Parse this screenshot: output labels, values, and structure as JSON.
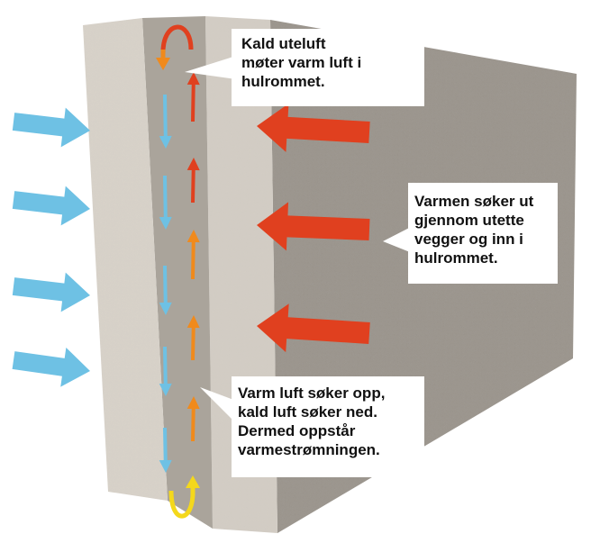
{
  "callouts": {
    "top": [
      "Kald uteluft",
      "møter varm luft i",
      "hulrommet."
    ],
    "right": [
      "Varmen søker ut",
      "gjennom utette",
      "vegger og inn i",
      "hulrommet."
    ],
    "bottom": [
      "Varm luft søker opp,",
      "kald luft søker ned.",
      "Dermed oppstår",
      "varmestrømningen."
    ]
  },
  "colors": {
    "cold": "#6ec1e4",
    "warm": "#e0401f",
    "mid": "#f08a1c",
    "wall": "#cfc8be",
    "wall_dark": "#9a948c",
    "cavity": "#aaa49b"
  }
}
